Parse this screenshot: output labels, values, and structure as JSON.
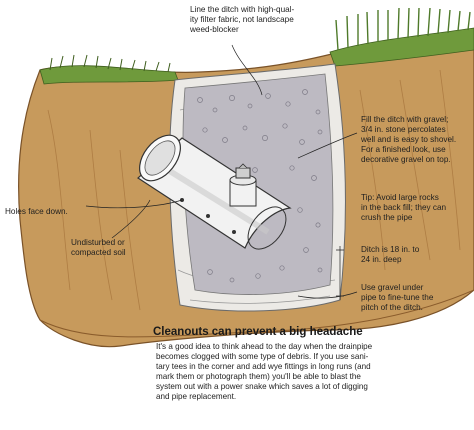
{
  "callouts": {
    "filter_fabric": "Line the ditch with high-qual-\nity filter fabric, not landscape\nweed-blocker",
    "gravel": "Fill the ditch with gravel;\n3/4 in. stone percolates\nwell and is easy to shovel.\nFor a finished look, use\ndecorative gravel on top.",
    "holes": "Holes face down.",
    "backfill_tip": "Tip: Avoid large rocks\nin the back fill; they can\ncrush the pipe",
    "soil": "Undisturbed or\ncompacted soil",
    "depth": "Ditch is 18 in. to\n24 in. deep",
    "pitch": "Use gravel under\npipe to fine-tune the\npitch of the ditch."
  },
  "caption": {
    "title": "Cleanouts can prevent a big headache",
    "body": "It's a good idea to think ahead to the day when the drainpipe\nbecomes clogged with some type of debris. If you use sani-\ntary tees in the corner and add wye fittings in long runs (and\nmark them or photograph them) you'll be able to blast the\nsystem out with a power snake which saves a lot of digging\nand pipe replacement."
  },
  "colors": {
    "soil": "#c79a5c",
    "soil_dark": "#a8763d",
    "grass": "#6f9a3c",
    "gravel": "#bdbac2",
    "fabric": "#eceae6",
    "pipe": "#f2f2f2"
  }
}
